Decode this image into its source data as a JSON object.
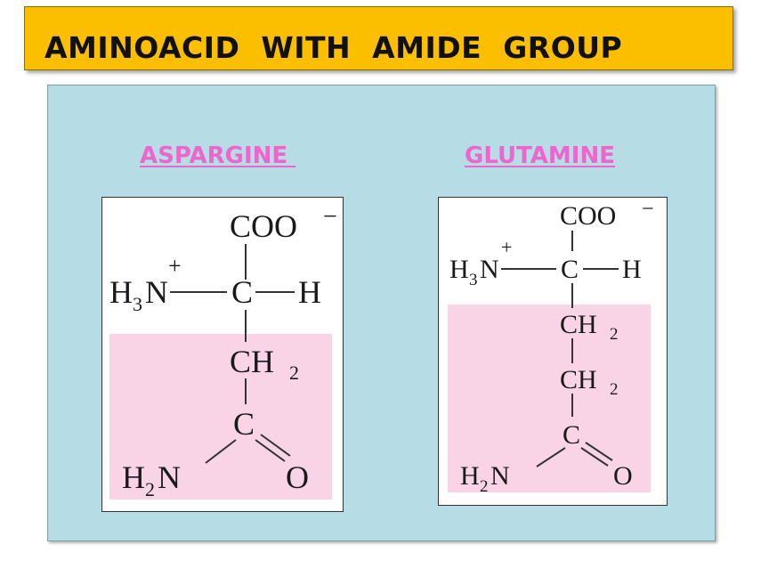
{
  "slide": {
    "title": "AMINOACID  WITH  AMIDE  GROUP"
  },
  "molecules": [
    {
      "name": "ASPARGINE ",
      "atoms": {
        "carboxylate": "COO",
        "carboxylate_charge": "−",
        "amine": "H",
        "amine_sub": "3",
        "amine_N": "N",
        "amine_charge": "+",
        "alpha_C": "C",
        "alpha_H": "H",
        "ch2_1": "CH",
        "ch2_1_sub": "2",
        "amide_C": "C",
        "amide_N": "H",
        "amide_N_sub": "2",
        "amide_N_label": "N",
        "amide_O": "O"
      }
    },
    {
      "name": "GLUTAMINE",
      "atoms": {
        "carboxylate": "COO",
        "carboxylate_charge": "−",
        "amine": "H",
        "amine_sub": "3",
        "amine_N": "N",
        "amine_charge": "+",
        "alpha_C": "C",
        "alpha_H": "H",
        "ch2_1": "CH",
        "ch2_1_sub": "2",
        "ch2_2": "CH",
        "ch2_2_sub": "2",
        "amide_C": "C",
        "amide_N": "H",
        "amide_N_sub": "2",
        "amide_N_label": "N",
        "amide_O": "O"
      }
    }
  ],
  "colors": {
    "title_bg": "#fbbf00",
    "panel_bg": "#b6dce6",
    "label": "#ee66cc",
    "side_chain_highlight": "#f8d4e6"
  }
}
